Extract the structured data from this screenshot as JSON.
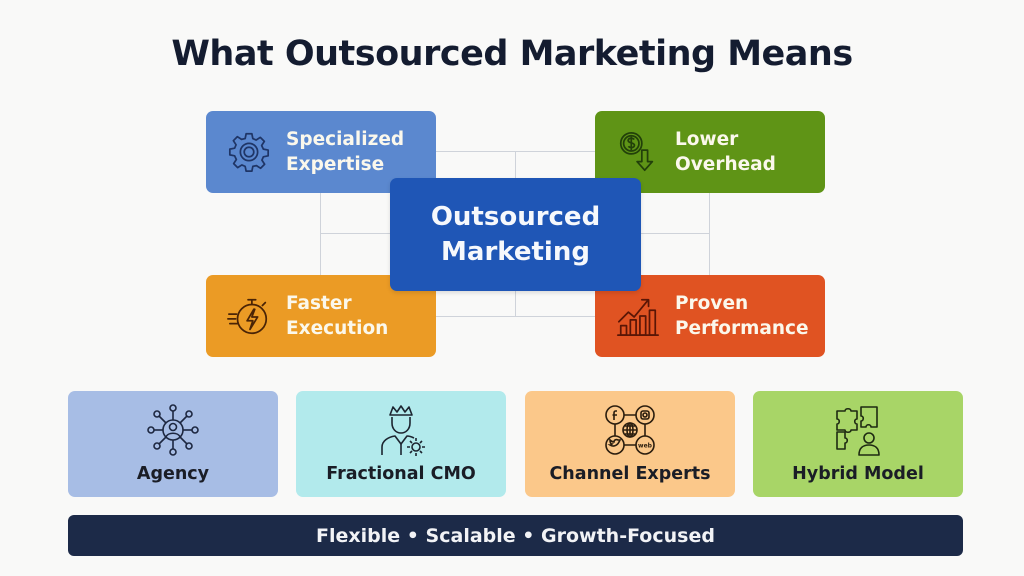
{
  "title": "What Outsourced Marketing Means",
  "center": {
    "line1": "Outsourced",
    "line2": "Marketing",
    "color": "#1f56b6"
  },
  "features": [
    {
      "line1": "Specialized",
      "line2": "Expertise",
      "icon": "gear-icon",
      "color": "#5b88cf"
    },
    {
      "line1": "Lower",
      "line2": "Overhead",
      "icon": "dollar-down-arrow-icon",
      "color": "#5f9416"
    },
    {
      "line1": "Faster",
      "line2": "Execution",
      "icon": "stopwatch-lightning-icon",
      "color": "#eb9b25"
    },
    {
      "line1": "Proven",
      "line2": "Performance",
      "icon": "bar-chart-trend-icon",
      "color": "#e05322"
    }
  ],
  "models": [
    {
      "label": "Agency",
      "icon": "network-person-icon",
      "color": "#a7bde5"
    },
    {
      "label": "Fractional CMO",
      "icon": "crowned-person-gear-icon",
      "color": "#b2eaec"
    },
    {
      "label": "Channel Experts",
      "icon": "social-channels-icon",
      "color": "#fbc88a"
    },
    {
      "label": "Hybrid Model",
      "icon": "puzzle-person-icon",
      "color": "#a8d567"
    }
  ],
  "footer": {
    "text": "Flexible • Scalable • Growth-Focused",
    "color": "#1c2a48"
  }
}
